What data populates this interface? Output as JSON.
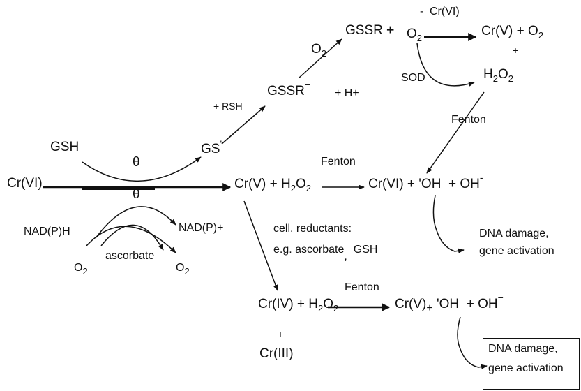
{
  "diagram": {
    "reactants": {
      "crvi_start": "Cr(VI)",
      "gsh": "GSH",
      "theta_top": "θ",
      "theta_bottom": "θ",
      "nadph": "NAD(P)H",
      "nadp_plus": "NAD(P)+",
      "ascorbate": "ascorbate",
      "o2_left": "O",
      "o2_left_sub": "2",
      "o2_right": "O",
      "o2_right_sub": "2"
    },
    "glutathione_branch": {
      "gs_radical": "GS",
      "gs_dot": "'",
      "plus_rsh": "+ RSH",
      "gssr_anion": "GSSR",
      "gssr_minus": "−",
      "plus_h": "+  H+",
      "o2_top": "O",
      "o2_top_sub": "2",
      "gssr": "GSSR",
      "gssr_plus": "+",
      "superoxide_o": "O",
      "superoxide_sub": "2",
      "superoxide_minus": "-",
      "crvi_over_arrow": "Cr(VI)",
      "crv_o2_product": "Cr(V) + O",
      "crv_o2_sub": "2",
      "plus_sign": "+",
      "h2o2_top": "H",
      "h2o2_top_sub1": "2",
      "h2o2_top_o": "O",
      "h2o2_top_sub2": "2",
      "sod": "SOD",
      "fenton_right": "Fenton"
    },
    "middle_row": {
      "crv_h2o2_a": "Cr(V) + H",
      "crv_h2o2_sub1": "2",
      "crv_h2o2_b": "O",
      "crv_h2o2_sub2": "2",
      "fenton_mid": "Fenton",
      "crvi_oh_a": "Cr(VI) + 'OH",
      "crvi_oh_b": "+ OH",
      "crvi_oh_minus": "-",
      "cell_reductants_1": "cell. reductants:",
      "cell_reductants_2": "e.g. ascorbate",
      "cell_reductants_comma": ",",
      "cell_reductants_3": "GSH",
      "dna_damage_1a": "DNA damage,",
      "dna_damage_1b": "gene activation"
    },
    "bottom_row": {
      "criv_a": "Cr(IV) + H",
      "criv_sub1": "2",
      "criv_b": "O",
      "criv_sub2": "2",
      "fenton_bottom": "Fenton",
      "crv_oh_a": "Cr(V)",
      "crv_oh_plus": "+",
      "crv_oh_b": "'OH",
      "crv_oh_c": "+ OH",
      "crv_oh_minus": "−",
      "plus_below": "+",
      "criii": "Cr(III)",
      "dna_damage_2a": "DNA damage,",
      "dna_damage_2b": "gene activation"
    }
  }
}
